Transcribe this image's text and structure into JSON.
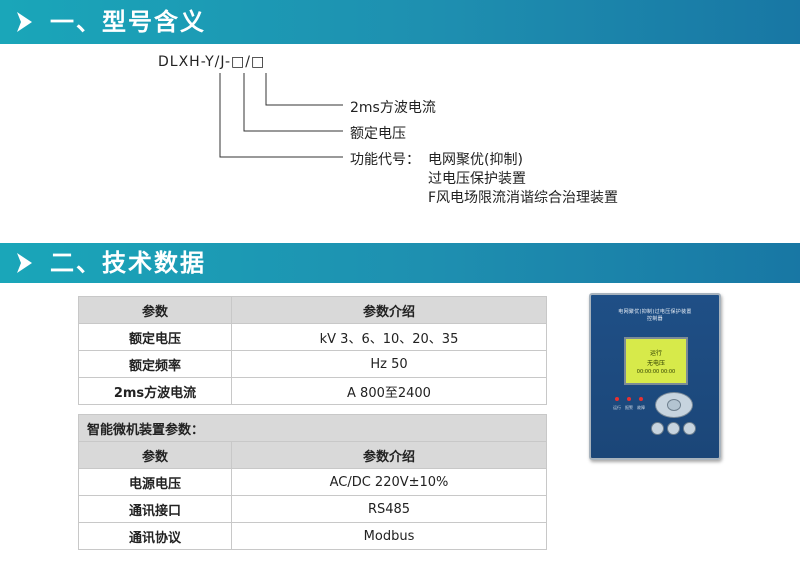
{
  "sections": [
    {
      "title": "一、型号含义"
    },
    {
      "title": "二、技术数据"
    }
  ],
  "model": {
    "code": "DLXH-Y/J-□/□",
    "labels": {
      "waveform": "2ms方波电流",
      "voltage": "额定电压",
      "function_prefix": "功能代号：",
      "function_lines": [
        "电网聚优(抑制)",
        "过电压保护装置",
        "F风电场限流消谐综合治理装置"
      ]
    }
  },
  "table1": {
    "headers": [
      "参数",
      "参数介绍"
    ],
    "rows": [
      [
        "额定电压",
        "kV  3、6、10、20、35"
      ],
      [
        "额定频率",
        "Hz  50"
      ],
      [
        "2ms方波电流",
        "A  800至2400"
      ]
    ]
  },
  "table2": {
    "section_title": "智能微机装置参数：",
    "headers": [
      "参数",
      "参数介绍"
    ],
    "rows": [
      [
        "电源电压",
        "AC/DC  220V±10%"
      ],
      [
        "通讯接口",
        "RS485"
      ],
      [
        "通讯协议",
        "Modbus"
      ]
    ]
  },
  "device": {
    "panel_title_lines": [
      "电网聚优(抑制)过电压保护装置",
      "控制器"
    ],
    "screen_lines": [
      "运行",
      "无电压",
      "00:00:00 00:00"
    ],
    "led_labels": [
      "运行",
      "报警",
      "故障"
    ]
  },
  "colors": {
    "banner_start": "#1aa6b9",
    "banner_end": "#1877a4",
    "table_header": "#d9d9d9",
    "device_body": "#1f4f86",
    "lcd": "#d7ea4a"
  }
}
